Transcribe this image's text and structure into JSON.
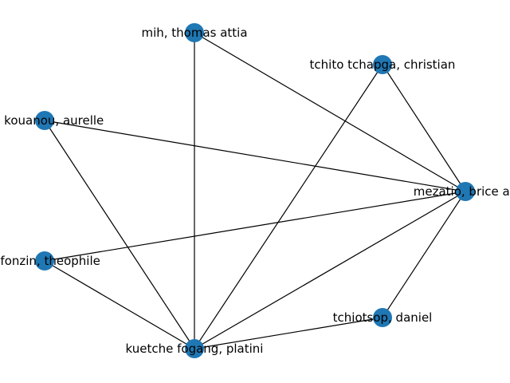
{
  "graph": {
    "node_color": "#1f77b4",
    "edge_color": "#000000",
    "nodes": [
      {
        "id": "mih",
        "label": "mih, thomas attia"
      },
      {
        "id": "tchito",
        "label": "tchito tchapga, christian"
      },
      {
        "id": "kouanou",
        "label": "na kouanou, aurelle"
      },
      {
        "id": "mezatio",
        "label": "mezatio, brice an"
      },
      {
        "id": "fonzin",
        "label": "n fonzin, theophile"
      },
      {
        "id": "tchiotsop",
        "label": "tchiotsop, daniel"
      },
      {
        "id": "kuetche",
        "label": "kuetche fogang, platini"
      }
    ],
    "edges": [
      [
        "mih",
        "mezatio"
      ],
      [
        "mih",
        "kuetche"
      ],
      [
        "tchito",
        "mezatio"
      ],
      [
        "tchito",
        "kuetche"
      ],
      [
        "kouanou",
        "mezatio"
      ],
      [
        "kouanou",
        "kuetche"
      ],
      [
        "fonzin",
        "mezatio"
      ],
      [
        "fonzin",
        "kuetche"
      ],
      [
        "mezatio",
        "kuetche"
      ],
      [
        "mezatio",
        "tchiotsop"
      ],
      [
        "tchiotsop",
        "kuetche"
      ]
    ]
  }
}
